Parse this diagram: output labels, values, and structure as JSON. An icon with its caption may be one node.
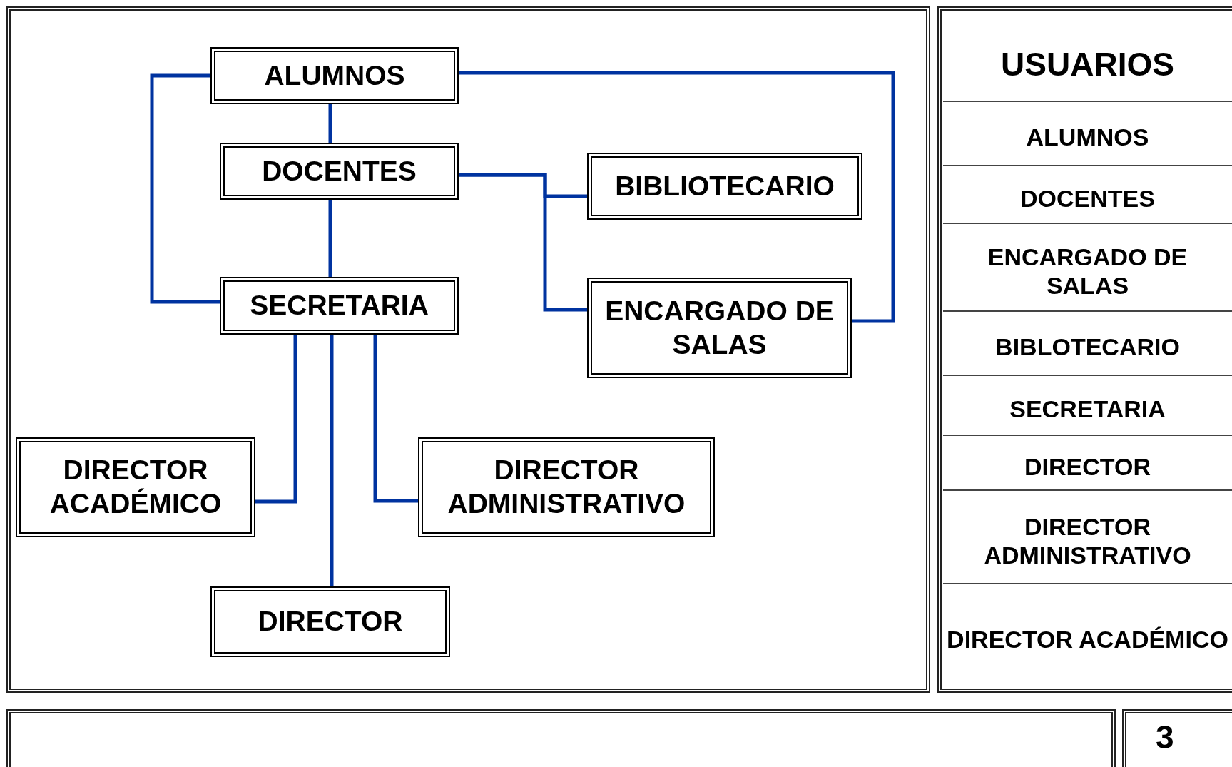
{
  "diagram": {
    "nodes": [
      {
        "text": [
          "ALUMNOS"
        ]
      },
      {
        "text": [
          "DOCENTES"
        ]
      },
      {
        "text": [
          "SECRETARIA"
        ]
      },
      {
        "text": [
          "BIBLIOTECARIO"
        ]
      },
      {
        "text": [
          "ENCARGADO DE SALAS"
        ]
      },
      {
        "text": [
          "DIRECTOR ACADÉMICO"
        ]
      },
      {
        "text": [
          "DIRECTOR ADMINISTRATIVO"
        ]
      },
      {
        "text": [
          "DIRECTOR"
        ]
      }
    ],
    "edges": [
      {
        "from": 0,
        "to": 1,
        "arrow": "none"
      },
      {
        "from": 0,
        "to": 2,
        "arrow": "none"
      },
      {
        "from": 0,
        "to": 4,
        "arrow": "none"
      },
      {
        "from": 1,
        "to": 2,
        "arrow": "none"
      },
      {
        "from": 1,
        "to": 3,
        "arrow": "none"
      },
      {
        "from": 1,
        "to": 4,
        "arrow": "none"
      },
      {
        "from": 2,
        "to": 5,
        "arrow": "none"
      },
      {
        "from": 2,
        "to": 7,
        "arrow": "none"
      },
      {
        "from": 2,
        "to": 6,
        "arrow": "none"
      }
    ],
    "labels": [
      "USUARIOS",
      "ALUMNOS",
      "DOCENTES",
      "ENCARGADO DE SALAS",
      "BIBLOTECARIO",
      "SECRETARIA",
      "DIRECTOR",
      "DIRECTOR ADMINISTRATIVO",
      "DIRECTOR ACADÉMICO",
      "3"
    ]
  }
}
